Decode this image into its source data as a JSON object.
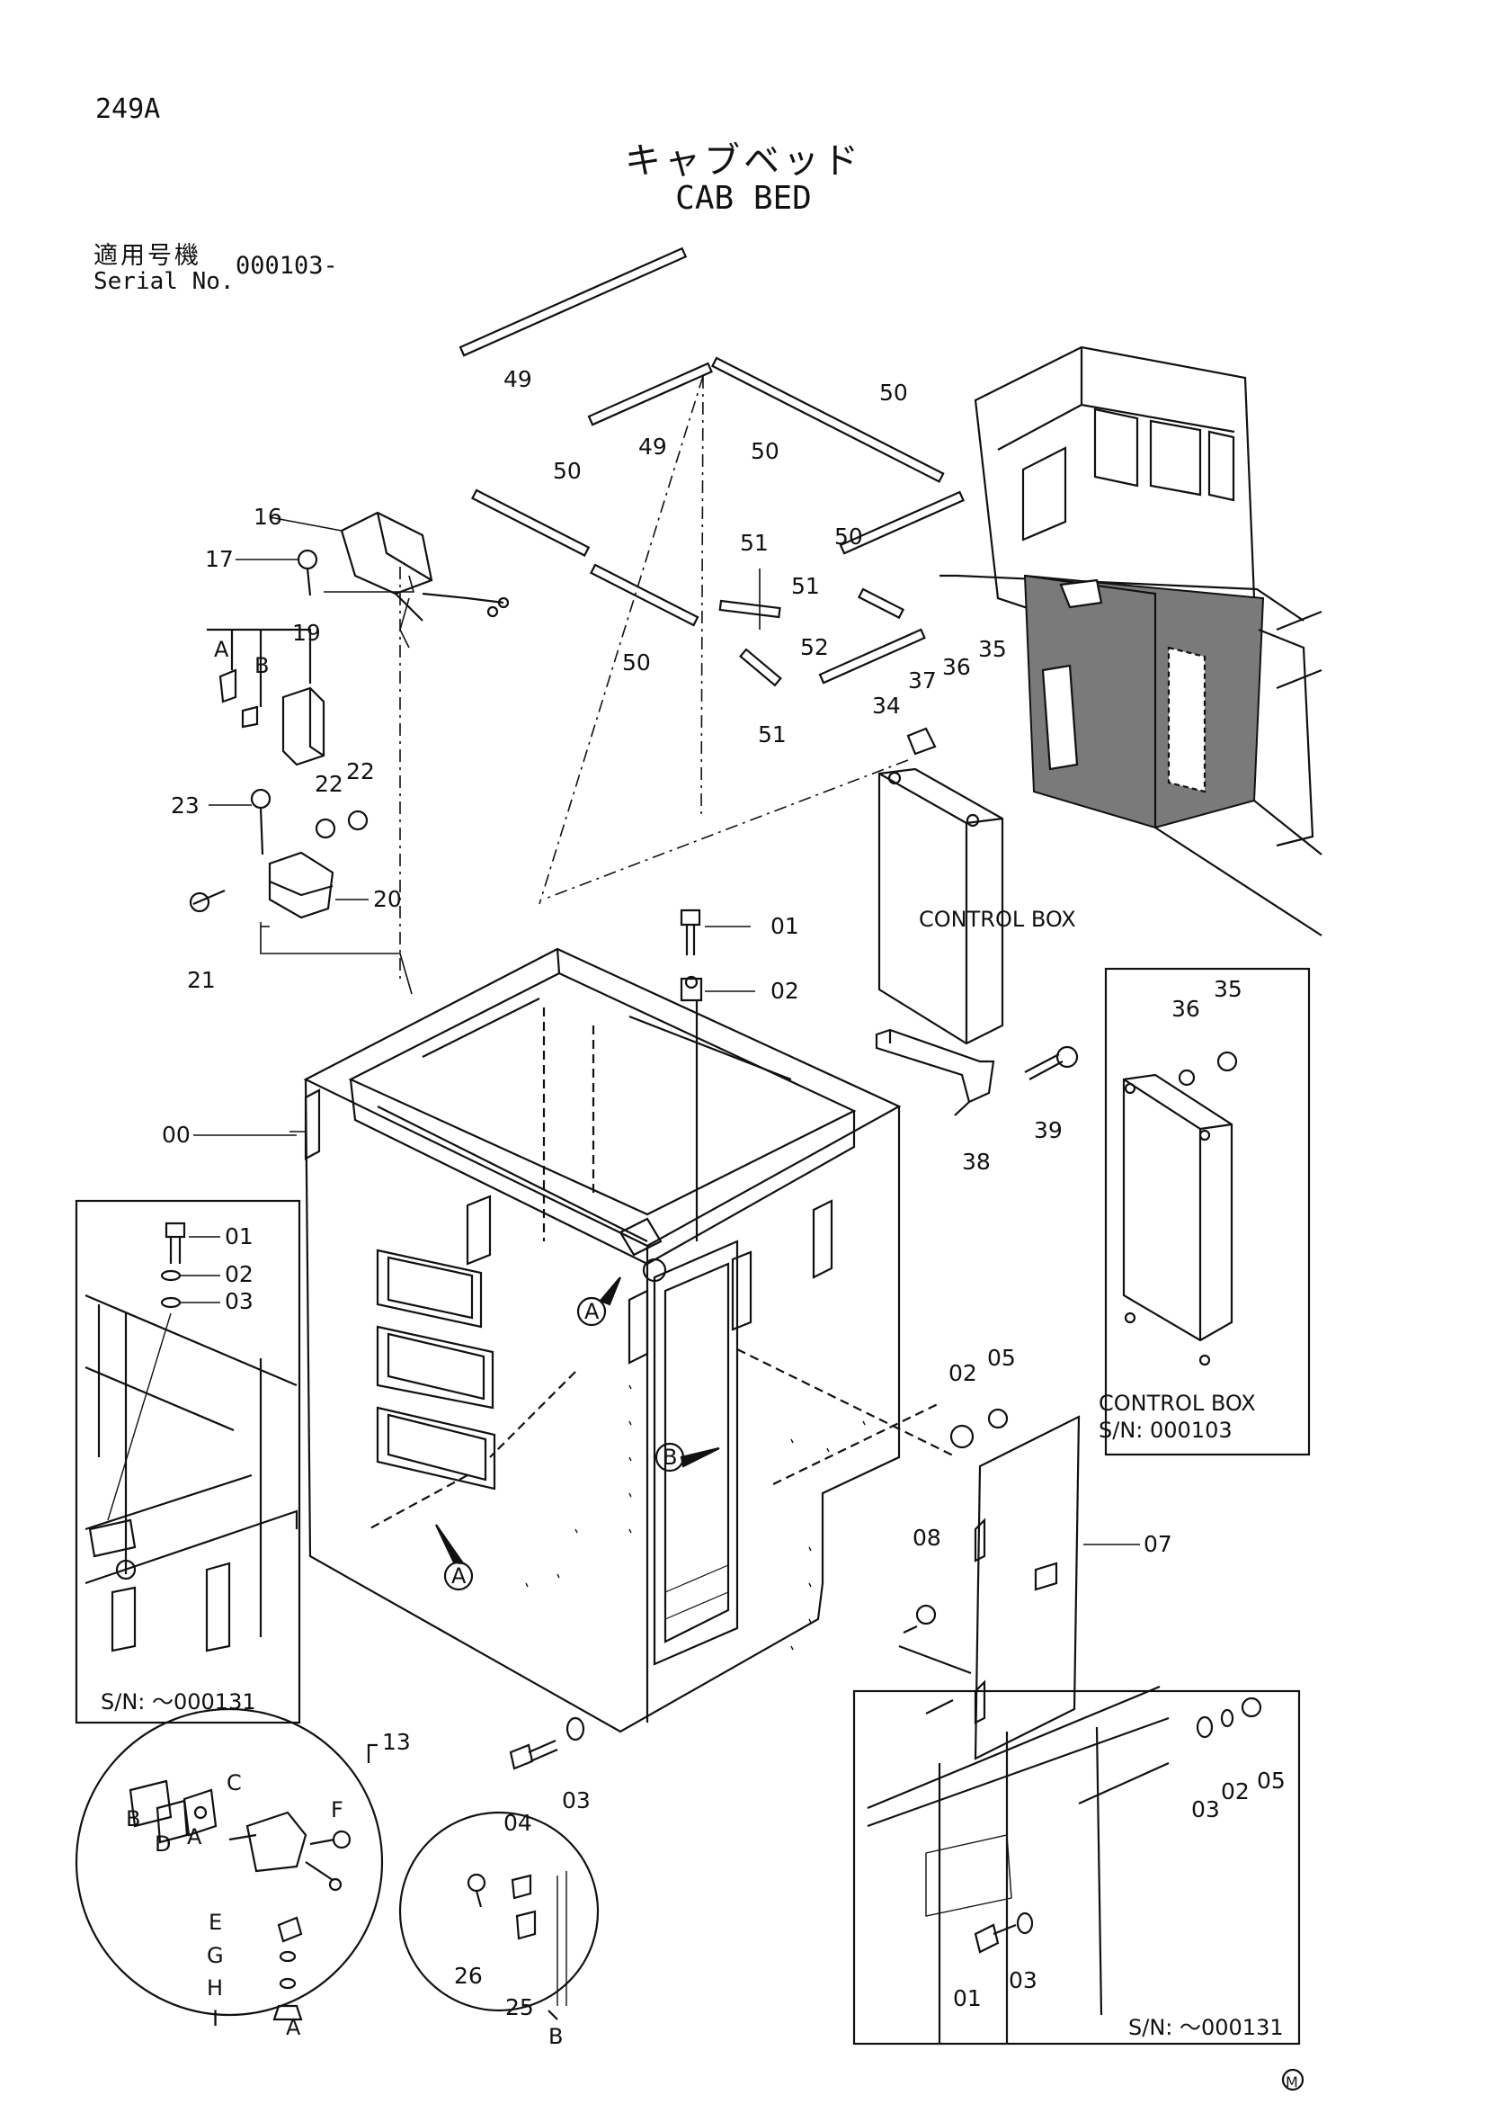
{
  "header": {
    "code": "249A",
    "title_jp": "キャブベッド",
    "title_en": "CAB BED",
    "serial_label_jp": "適用号機",
    "serial_label_en": "Serial No.",
    "serial_value": "000103-"
  },
  "labels": {
    "control_box": "CONTROL BOX",
    "control_box_2": "CONTROL BOX",
    "sn_000103": "S/N: 000103",
    "sn_left": "S/N: ～000131",
    "sn_right": "S/N: ～000131",
    "cab_mark": "M"
  },
  "parts": {
    "p00": "00",
    "p01": "01",
    "p02": "02",
    "p03": "03",
    "p04": "04",
    "p05": "05",
    "p07": "07",
    "p08": "08",
    "p13": "13",
    "p16": "16",
    "p17": "17",
    "p19": "19",
    "p20": "20",
    "p21": "21",
    "p22": "22",
    "p23": "23",
    "p25": "25",
    "p26": "26",
    "p34": "34",
    "p35": "35",
    "p36": "36",
    "p37": "37",
    "p38": "38",
    "p39": "39",
    "p49": "49",
    "p50": "50",
    "p51": "51",
    "p52": "52"
  },
  "detail_letters": {
    "A": "A",
    "B": "B",
    "C": "C",
    "D": "D",
    "E": "E",
    "F": "F",
    "G": "G",
    "H": "H",
    "I": "I"
  }
}
